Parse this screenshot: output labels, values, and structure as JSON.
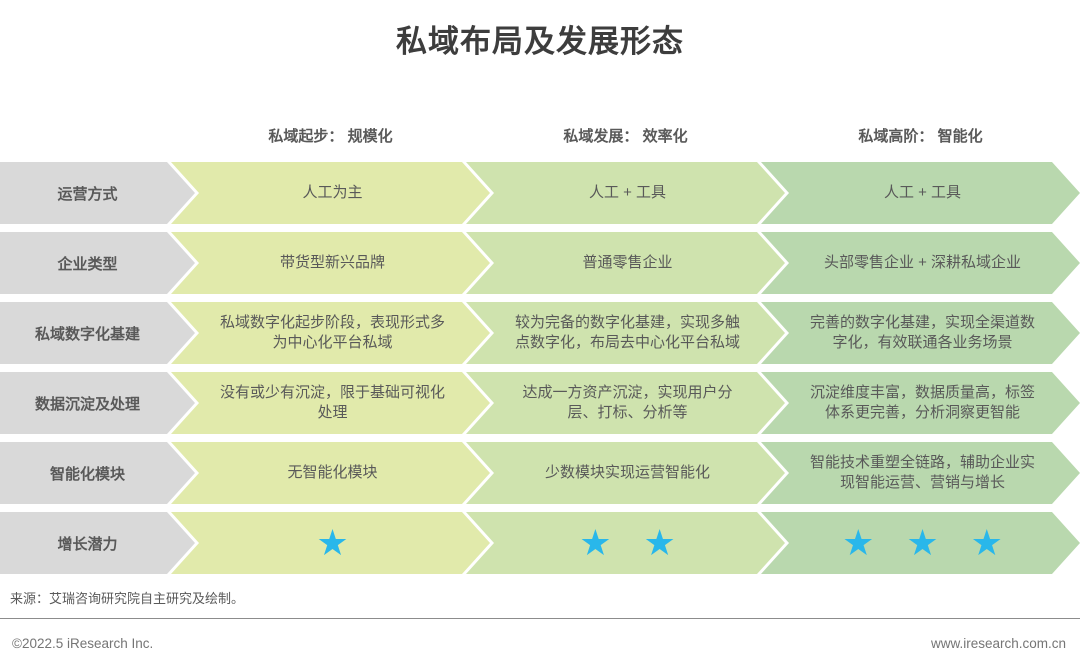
{
  "title": "私域布局及发展形态",
  "columns": [
    "私域起步： 规模化",
    "私域发展： 效率化",
    "私域高阶： 智能化"
  ],
  "rows": [
    {
      "label": "运营方式",
      "cells": [
        "人工为主",
        "人工 + 工具",
        "人工 + 工具"
      ]
    },
    {
      "label": "企业类型",
      "cells": [
        "带货型新兴品牌",
        "普通零售企业",
        "头部零售企业 + 深耕私域企业"
      ]
    },
    {
      "label": "私域数字化基建",
      "cells": [
        "私域数字化起步阶段，表现形式多为中心化平台私域",
        "较为完备的数字化基建，实现多触点数字化，布局去中心化平台私域",
        "完善的数字化基建，实现全渠道数字化，有效联通各业务场景"
      ]
    },
    {
      "label": "数据沉淀及处理",
      "cells": [
        "没有或少有沉淀，限于基础可视化处理",
        "达成一方资产沉淀，实现用户分层、打标、分析等",
        "沉淀维度丰富，数据质量高，标签体系更完善，分析洞察更智能"
      ]
    },
    {
      "label": "智能化模块",
      "cells": [
        "无智能化模块",
        "少数模块实现运营智能化",
        "智能技术重塑全链路，辅助企业实现智能运营、营销与增长"
      ]
    },
    {
      "label": "增长潜力",
      "stars": [
        1,
        2,
        3
      ]
    }
  ],
  "icons": {
    "star": "★"
  },
  "source": "来源：艾瑞咨询研究院自主研究及绘制。",
  "footer": {
    "copyright": "©2022.5 iResearch Inc.",
    "website": "www.iresearch.com.cn"
  },
  "colors": {
    "title_text": "#3d3d3d",
    "text": "#595959",
    "label_bg": "#d9d9d9",
    "col1_bg": "#e1eaab",
    "col2_bg": "#cfe3ae",
    "col3_bg": "#b9d8ae",
    "star": "#29b7ea",
    "divider": "#8c8c8c",
    "footer_text": "#757575"
  }
}
